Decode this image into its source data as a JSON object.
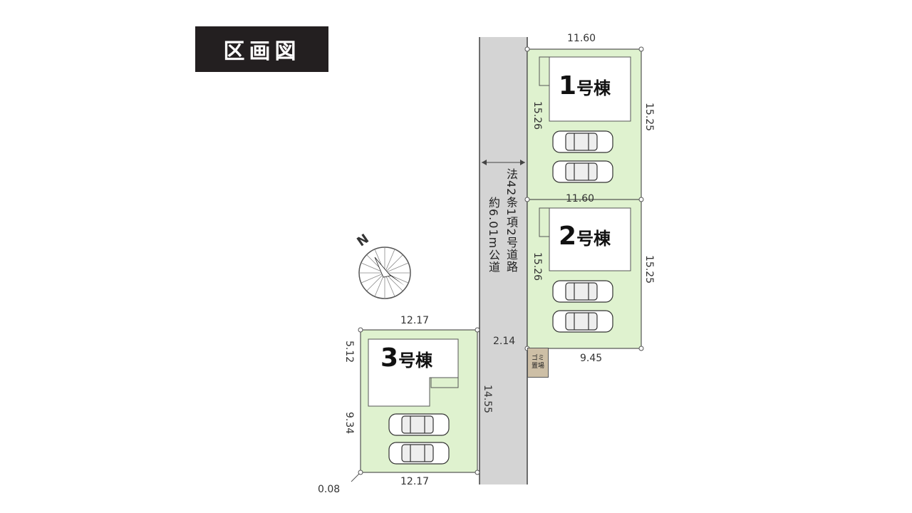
{
  "title": "区画図",
  "road": {
    "label_right": "法42条1項2号道路",
    "label_left": "約6.01m公道",
    "colors": {
      "road": "#d4d4d4",
      "lot": "#dff2cf",
      "lot_border": "#333333"
    }
  },
  "lots": [
    {
      "label_num": "1",
      "label_suffix": "号棟",
      "dims": {
        "top": "11.60",
        "left": "15.26",
        "right": "15.25",
        "bottom": "11.60"
      }
    },
    {
      "label_num": "2",
      "label_suffix": "号棟",
      "dims": {
        "left": "15.26",
        "right": "15.25",
        "bottom": "9.45",
        "corner": "2.14"
      }
    },
    {
      "label_num": "3",
      "label_suffix": "号棟",
      "dims": {
        "top": "12.17",
        "left_upper": "5.12",
        "left_lower": "9.34",
        "right": "14.55",
        "bottom": "12.17",
        "corner": "0.08"
      }
    }
  ],
  "garbage_area": {
    "line1": "ゴミ",
    "line2": "置場"
  },
  "compass": {
    "north": "N"
  }
}
